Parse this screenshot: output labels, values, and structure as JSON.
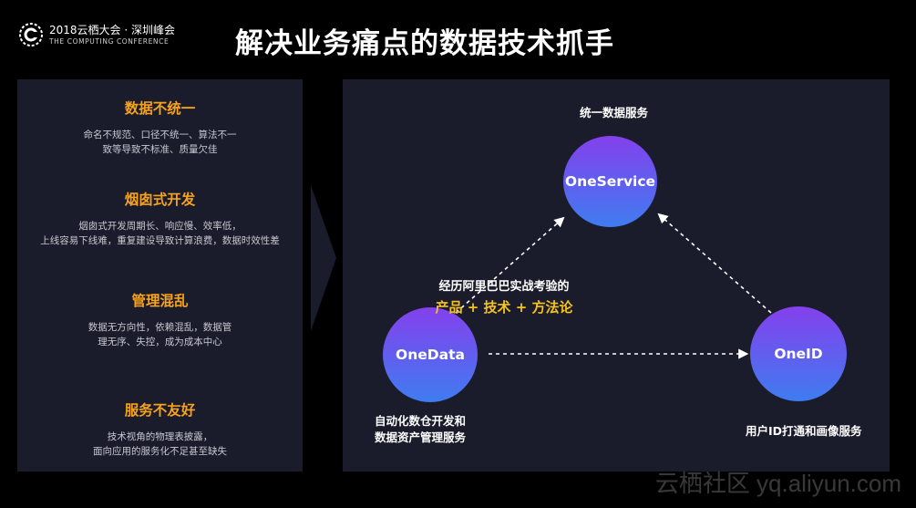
{
  "header": {
    "logo_line1": "2018云栖大会 · 深圳峰会",
    "logo_line2": "THE COMPUTING CONFERENCE",
    "title": "解决业务痛点的数据技术抓手"
  },
  "issues": [
    {
      "title": "数据不统一",
      "desc1": "命名不规范、口径不统一、算法不一",
      "desc2": "致等导致不标准、质量欠佳"
    },
    {
      "title": "烟囱式开发",
      "desc1": "烟囱式开发周期长、响应慢、效率低，",
      "desc2": "上线容易下线难，重复建设导致计算浪费，数据时效性差"
    },
    {
      "title": "管理混乱",
      "desc1": "数据无方向性，依赖混乱，数据管",
      "desc2": "理无序、失控，成为成本中心"
    },
    {
      "title": "服务不友好",
      "desc1": "技术视角的物理表披露，",
      "desc2": "面向应用的服务化不足甚至缺失"
    }
  ],
  "diagram": {
    "top_caption": "统一数据服务",
    "nodes": {
      "service": "OneService",
      "data": "OneData",
      "id": "OneID"
    },
    "center_line1": "经历阿里巴巴实战考验的",
    "center_line2": "产品 + 技术 + 方法论",
    "data_caption1": "自动化数仓开发和",
    "data_caption2": "数据资产管理服务",
    "id_caption": "用户ID打通和画像服务"
  },
  "watermark": "云栖社区 yq.aliyun.com",
  "colors": {
    "background": "#000000",
    "panel": "#1a1b2b",
    "accent_orange": "#f6a21c",
    "accent_yellow": "#f6c21c",
    "node_top": "#8440ec",
    "node_bottom": "#3f7cf0"
  }
}
